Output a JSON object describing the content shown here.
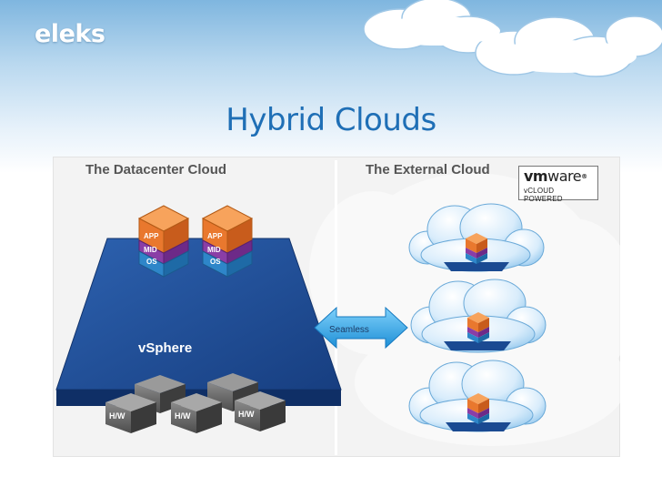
{
  "header": {
    "logo_text": "eleks",
    "title": "Hybrid Clouds"
  },
  "diagram": {
    "left_panel_label": "The Datacenter Cloud",
    "right_panel_label": "The External Cloud",
    "platform_label": "vSphere",
    "arrow_label": "Seamless",
    "stack_layers": [
      "APP",
      "MID",
      "OS"
    ],
    "hardware_label": "H/W",
    "vmware_badge": {
      "brand_bold": "vm",
      "brand_light": "ware",
      "suffix": "®",
      "subtitle": "vCLOUD POWERED"
    },
    "colors": {
      "platform": "#1a4a92",
      "app_layer": "#e9782e",
      "mid_layer": "#8a3ea6",
      "os_layer": "#2e86c9",
      "title": "#1f6fb6",
      "arrow": "#2aa6ea"
    }
  }
}
